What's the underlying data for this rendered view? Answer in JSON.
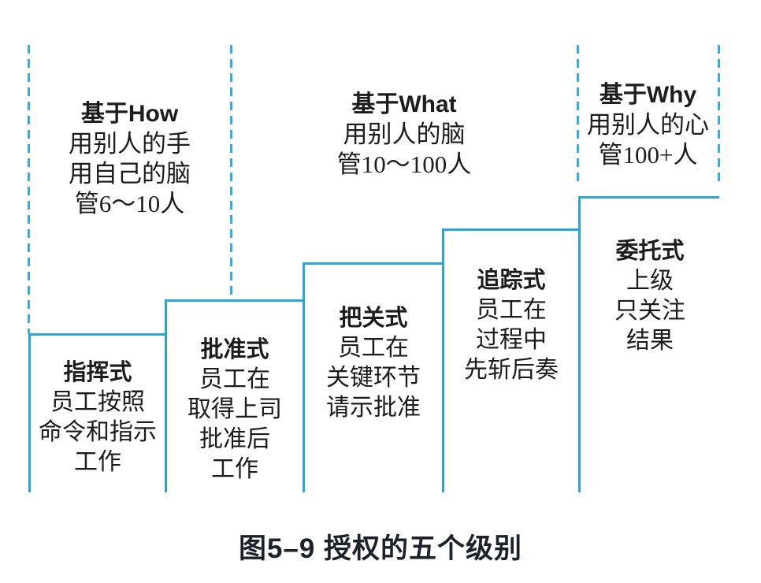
{
  "colors": {
    "line_blue": "#2ba6da",
    "dash_blue": "#35ade2",
    "text_black": "#1c1c1c",
    "caption_dark": "#1c222b"
  },
  "zones": [
    {
      "title": "基于How",
      "lines": [
        "用别人的手",
        "用自己的脑",
        "管6～10人"
      ]
    },
    {
      "title": "基于What",
      "lines": [
        "用别人的脑",
        "管10～100人"
      ]
    },
    {
      "title": "基于Why",
      "lines": [
        "用别人的心",
        "管100+人"
      ]
    }
  ],
  "levels": [
    {
      "title": "指挥式",
      "lines": [
        "员工按照",
        "命令和指示",
        "工作"
      ]
    },
    {
      "title": "批准式",
      "lines": [
        "员工在",
        "取得上司",
        "批准后",
        "工作"
      ]
    },
    {
      "title": "把关式",
      "lines": [
        "员工在",
        "关键环节",
        "请示批准"
      ]
    },
    {
      "title": "追踪式",
      "lines": [
        "员工在",
        "过程中",
        "先斩后奏"
      ]
    },
    {
      "title": "委托式",
      "lines": [
        "上级",
        "只关注",
        "结果"
      ]
    }
  ],
  "caption": "图5–9 授权的五个级别"
}
